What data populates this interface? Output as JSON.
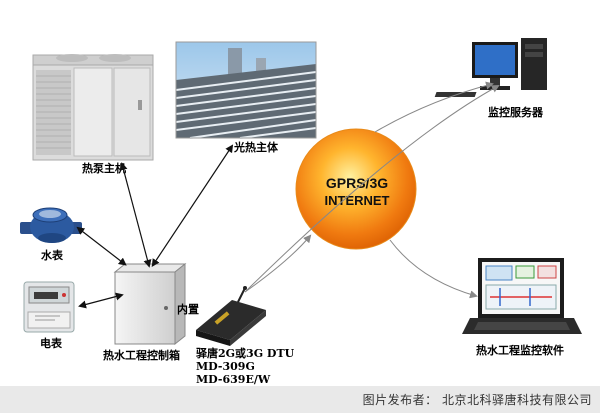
{
  "labels": {
    "heat_pump": "热泵主机",
    "solar": "光热主体",
    "water_meter": "水表",
    "electric_meter": "电表",
    "control_box": "热水工程控制箱",
    "builtin": "内置",
    "dtu_line1": "驿唐2G或3G DTU",
    "dtu_line2": "MD-309G",
    "dtu_line3": "MD-639E/W",
    "network_line1": "GPRS/3G",
    "network_line2": "INTERNET",
    "server": "监控服务器",
    "software": "热水工程监控软件"
  },
  "footer": {
    "publisher": "图片发布者：  北京北科驿唐科技有限公司"
  }
}
